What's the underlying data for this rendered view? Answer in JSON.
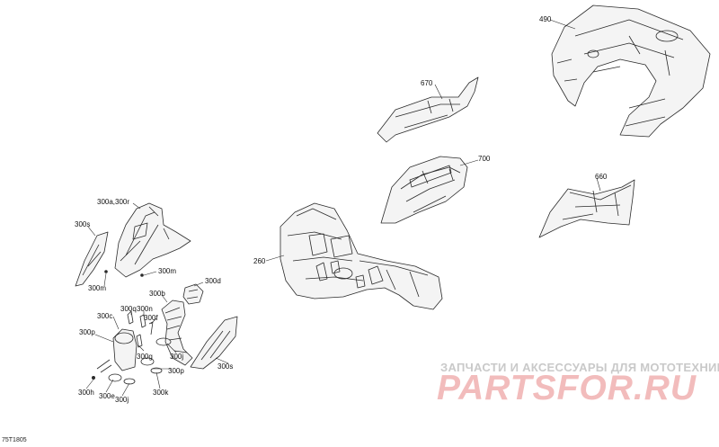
{
  "diagram_code": "75T1805",
  "callouts": {
    "c490": "490",
    "c670": "670",
    "c700": "700",
    "c660": "660",
    "c260": "260",
    "c300a": "300a,300r",
    "c300s_left": "300s",
    "c300m_a": "300m",
    "c300m_b": "300m",
    "c300d": "300d",
    "c300b": "300b",
    "c300c": "300c",
    "c300q": "300q",
    "c300n": "300n",
    "c300f": "300f",
    "c300p_a": "300p",
    "c300g": "300g",
    "c300j_a": "300j",
    "c300s_right": "300s",
    "c300p_b": "300p",
    "c300k": "300k",
    "c300h": "300h",
    "c300e": "300e",
    "c300j_b": "300j"
  },
  "watermark": {
    "tagline": "ЗАПЧАСТИ И АКСЕССУАРЫ ДЛЯ МОТОТЕХНИКИ",
    "logo": "PARTSFOR.RU"
  },
  "colors": {
    "line": "#2b2b2b",
    "fill": "#f4f4f4",
    "watermark_logo": "#f2bcbc",
    "watermark_text": "#c9c9c9"
  }
}
